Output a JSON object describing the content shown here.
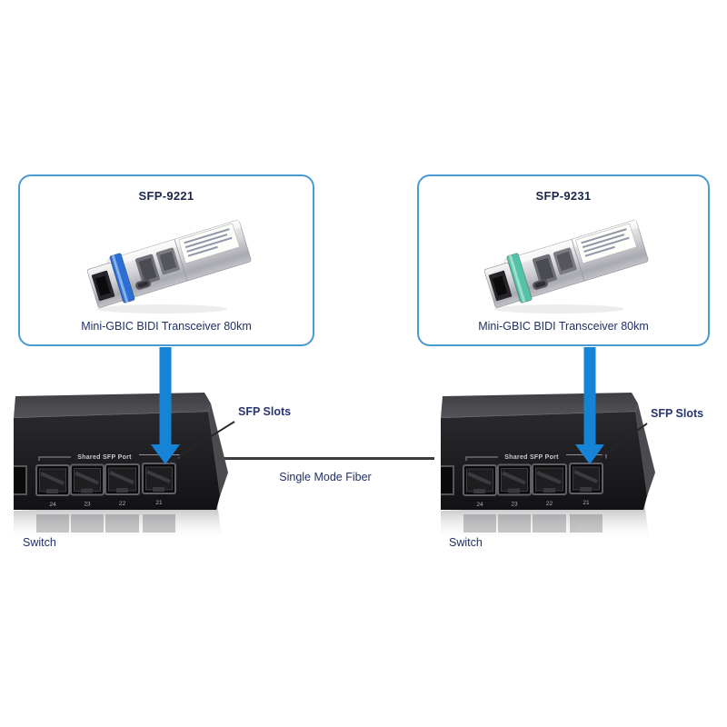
{
  "cards": [
    {
      "title": "SFP-9221",
      "caption": "Mini-GBIC BIDI Transceiver 80km",
      "latch_color": "#2b6fd6"
    },
    {
      "title": "SFP-9231",
      "caption": "Mini-GBIC BIDI Transceiver 80km",
      "latch_color": "#52c3a6"
    }
  ],
  "switches": [
    {
      "panel_label": "Shared SFP Port",
      "ports": [
        "24",
        "23",
        "22",
        "21"
      ],
      "slots_label": "SFP Slots",
      "device_label": "Switch"
    },
    {
      "panel_label": "Shared SFP Port",
      "ports": [
        "24",
        "23",
        "22",
        "21"
      ],
      "slots_label": "SFP Slots",
      "device_label": "Switch"
    }
  ],
  "link": {
    "label": "Single Mode Fiber"
  },
  "colors": {
    "card_border": "#4a9ad2",
    "arrow_blue": "#1583d6",
    "text_navy": "#213066",
    "fiber_line": "#3c3c3c",
    "switch_front": "#1a1a1d"
  }
}
